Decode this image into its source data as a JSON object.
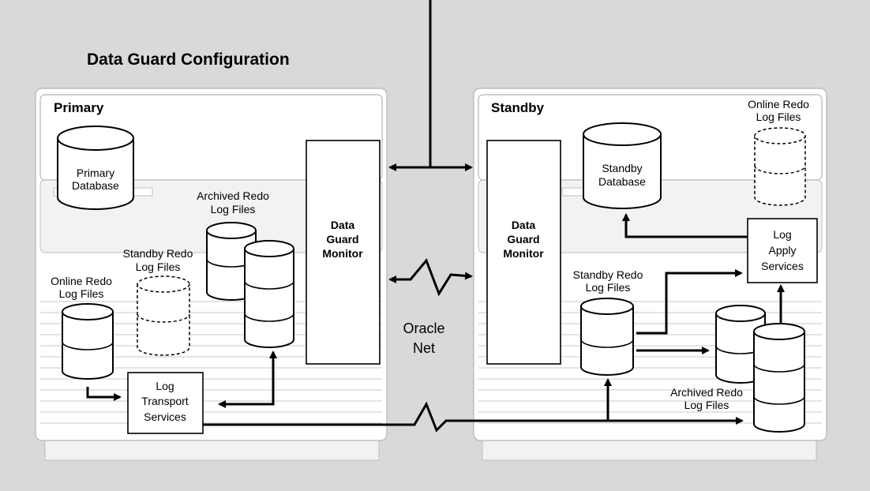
{
  "title": "Data Guard Configuration",
  "primary": {
    "header": "Primary",
    "database": [
      "Primary",
      "Database"
    ],
    "archived": [
      "Archived Redo",
      "Log Files"
    ],
    "standby_redo": [
      "Standby Redo",
      "Log Files"
    ],
    "online_redo": [
      "Online Redo",
      "Log Files"
    ],
    "monitor": [
      "Data",
      "Guard",
      "Monitor"
    ],
    "transport": [
      "Log",
      "Transport",
      "Services"
    ]
  },
  "network": [
    "Oracle",
    "Net"
  ],
  "standby": {
    "header": "Standby",
    "database": [
      "Standby",
      "Database"
    ],
    "online_redo": [
      "Online Redo",
      "Log Files"
    ],
    "monitor": [
      "Data",
      "Guard",
      "Monitor"
    ],
    "apply": [
      "Log",
      "Apply",
      "Services"
    ],
    "standby_redo": [
      "Standby Redo",
      "Log Files"
    ],
    "archived": [
      "Archived Redo",
      "Log Files"
    ]
  }
}
